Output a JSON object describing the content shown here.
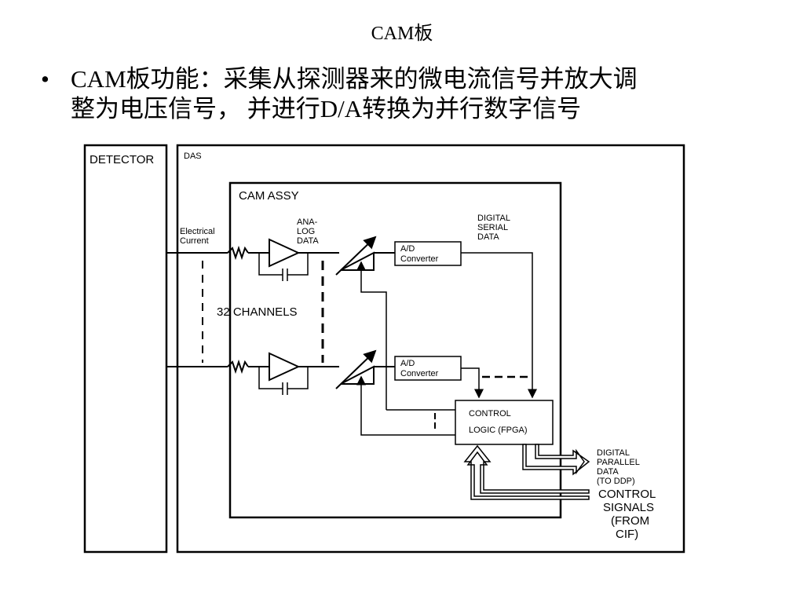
{
  "slide": {
    "title": "CAM板",
    "bullet_symbol": "•",
    "bullet_text_line1": "CAM板功能：采集从探测器来的微电流信号并放大调",
    "bullet_text_line2": "整为电压信号， 并进行D/A转换为并行数字信号"
  },
  "diagram": {
    "detector_label": "DETECTOR",
    "das_label": "DAS",
    "cam_assy_label": "CAM ASSY",
    "input_label_line1": "Electrical",
    "input_label_line2": "Current",
    "analog_label_line1": "ANA-",
    "analog_label_line2": "LOG",
    "analog_label_line3": "DATA",
    "digital_serial_line1": "DIGITAL",
    "digital_serial_line2": "SERIAL",
    "digital_serial_line3": "DATA",
    "adc_top_line1": "A/D",
    "adc_top_line2": "Converter",
    "adc_bottom_line1": "A/D",
    "adc_bottom_line2": "Converter",
    "channels_label": "32 CHANNELS",
    "control_line1": "CONTROL",
    "control_line2": "LOGIC (FPGA)",
    "parallel_line1": "DIGITAL",
    "parallel_line2": "PARALLEL",
    "parallel_line3": "DATA",
    "parallel_line4": "(TO DDP)",
    "signals_line1": "CONTROL",
    "signals_line2": "SIGNALS",
    "signals_line3": "(FROM",
    "signals_line4": "CIF)"
  }
}
